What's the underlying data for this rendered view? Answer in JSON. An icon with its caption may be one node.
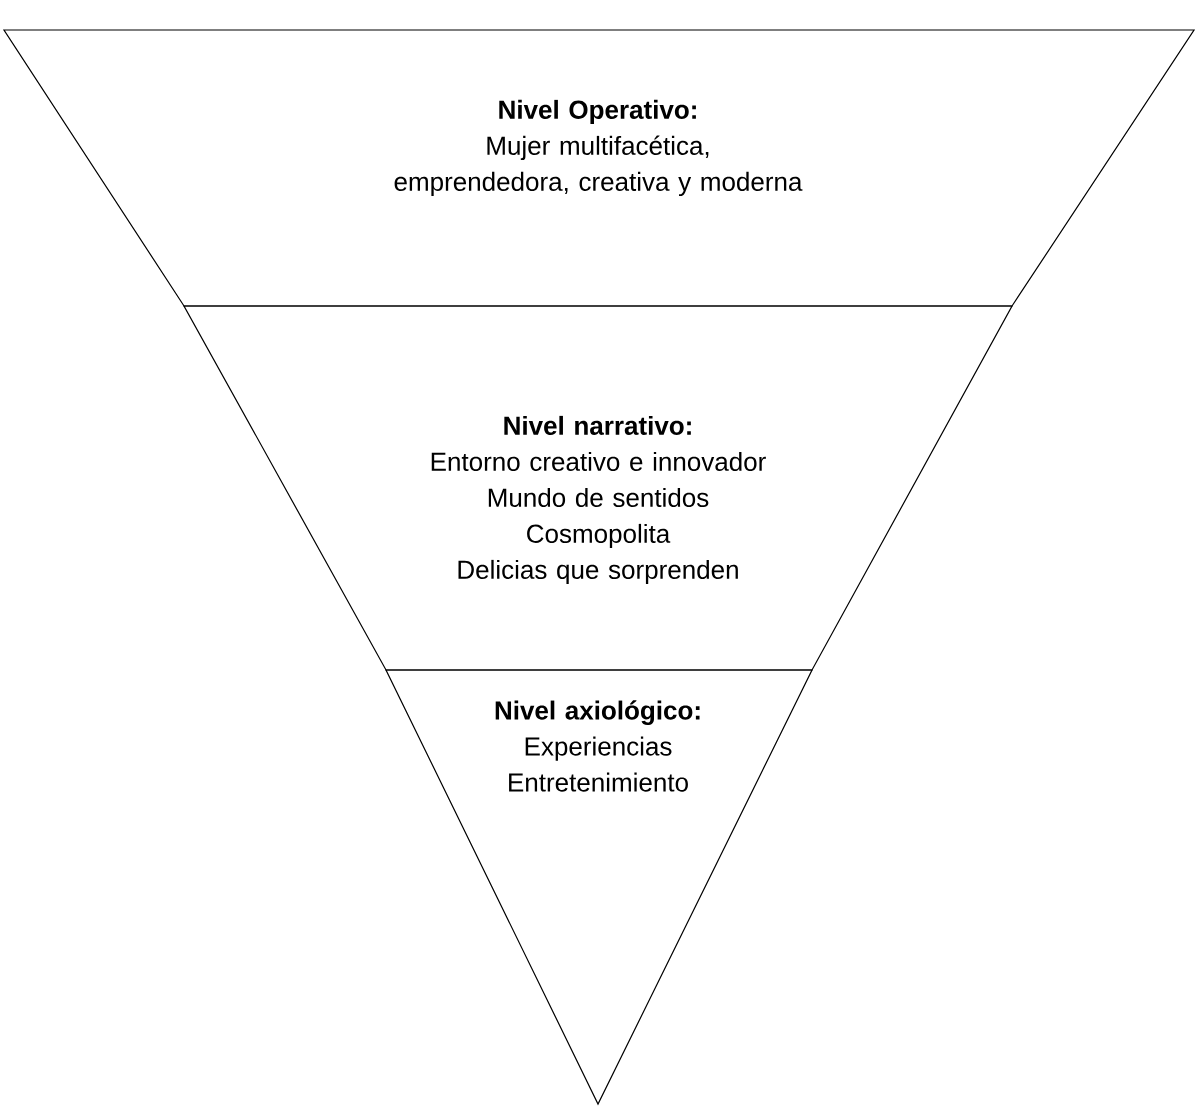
{
  "diagram": {
    "nodes": [
      {
        "text": [
          "Nivel Operativo:",
          "Mujer multifacética, emprendedora, creativa y moderna"
        ]
      },
      {
        "text": [
          "Nivel narrativo:",
          "Entorno creativo e innovador",
          "Mundo de sentidos",
          "Cosmopolita",
          "Delicias que sorprenden"
        ]
      },
      {
        "text": [
          "Nivel axiológico:",
          "Experiencias",
          "Entretenimiento"
        ]
      }
    ]
  }
}
